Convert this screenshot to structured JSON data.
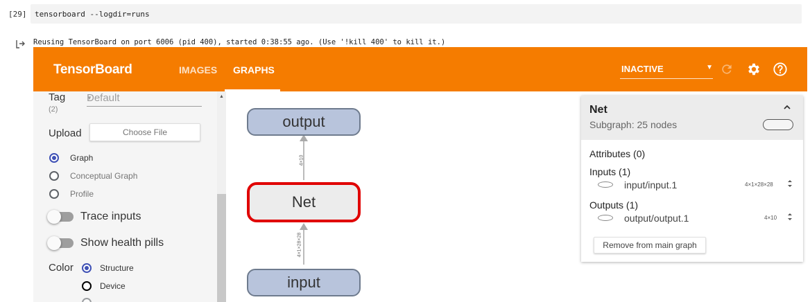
{
  "cell": {
    "prompt": "[29]",
    "code": "tensorboard --logdir=runs",
    "output": "Reusing TensorBoard on port 6006 (pid 400), started 0:38:55 ago. (Use '!kill 400' to kill it.)"
  },
  "tensorboard": {
    "brand": "TensorBoard",
    "tabs": [
      {
        "label": "IMAGES"
      },
      {
        "label": "GRAPHS"
      }
    ],
    "status_select": "INACTIVE",
    "accent_color": "#f57c00"
  },
  "sidebar": {
    "tag_label": "Tag",
    "tag_count": "(2)",
    "tag_value": "Default",
    "upload_label": "Upload",
    "choose_file": "Choose File",
    "graph_types": [
      {
        "label": "Graph",
        "checked": true
      },
      {
        "label": "Conceptual Graph",
        "checked": false
      },
      {
        "label": "Profile",
        "checked": false
      }
    ],
    "trace_inputs": "Trace inputs",
    "health_pills": "Show health pills",
    "color_label": "Color",
    "color_options": [
      {
        "label": "Structure",
        "checked": true
      },
      {
        "label": "Device",
        "checked": false
      }
    ]
  },
  "graph": {
    "nodes": {
      "output": "output",
      "net": "Net",
      "input": "input"
    },
    "edge_top": "4×10",
    "edge_bottom": "4×1×28×28",
    "selected_border": "#e00000",
    "meta_fill": "#b8c4dc"
  },
  "info": {
    "title": "Net",
    "subtitle": "Subgraph: 25 nodes",
    "attributes": "Attributes (0)",
    "inputs": "Inputs (1)",
    "input_name": "input/input.1",
    "input_shape": "4×1×28×28",
    "outputs": "Outputs (1)",
    "output_name": "output/output.1",
    "output_shape": "4×10",
    "remove_button": "Remove from main graph"
  }
}
